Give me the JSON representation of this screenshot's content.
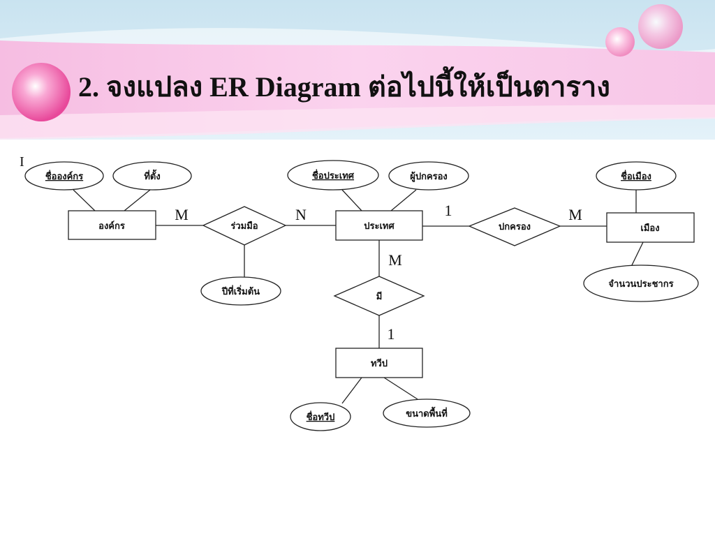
{
  "slide": {
    "title": "2. จงแปลง ER Diagram ต่อไปนี้ให้เป็นตาราง"
  },
  "marker": "I",
  "entities": {
    "organization": "องค์กร",
    "country": "ประเทศ",
    "city": "เมือง",
    "island": "ทวีป"
  },
  "relationships": {
    "cooperate": "ร่วมมือ",
    "govern": "ปกครอง",
    "has": "มี"
  },
  "attributes": {
    "org_name": "ชื่อองค์กร",
    "org_location": "ที่ตั้ง",
    "start_year": "ปีที่เริ่มต้น",
    "country_name": "ชื่อประเทศ",
    "ruler": "ผู้ปกครอง",
    "city_name": "ชื่อเมือง",
    "population": "จำนวนประชากร",
    "island_name": "ชื่อทวีป",
    "area": "ขนาดพื้นที่"
  },
  "cardinalities": {
    "org_cooperate": "M",
    "country_cooperate": "N",
    "country_govern": "1",
    "city_govern": "M",
    "country_has": "M",
    "island_has": "1"
  }
}
